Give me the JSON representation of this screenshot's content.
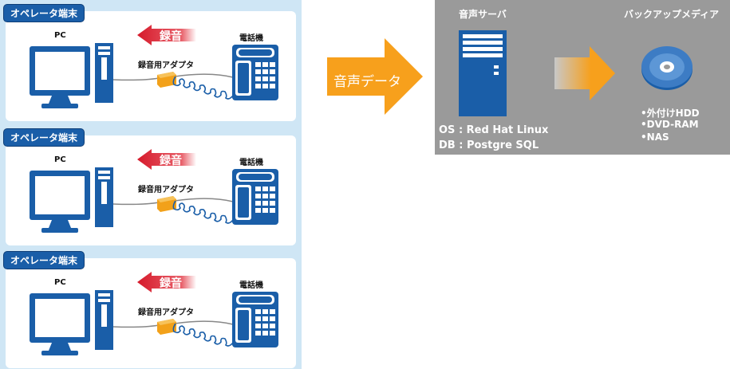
{
  "terminals": [
    {
      "tag": "オペレータ端末",
      "pc": "PC",
      "phone": "電話機",
      "adapter": "録音用アダプタ",
      "record": "録音"
    },
    {
      "tag": "オペレータ端末",
      "pc": "PC",
      "phone": "電話機",
      "adapter": "録音用アダプタ",
      "record": "録音"
    },
    {
      "tag": "オペレータ端末",
      "pc": "PC",
      "phone": "電話機",
      "adapter": "録音用アダプタ",
      "record": "録音"
    }
  ],
  "flow": {
    "audio_data": "音声データ"
  },
  "server": {
    "title": "音声サーバ",
    "os": "OS : Red Hat Linux",
    "db": "DB : Postgre SQL"
  },
  "backup": {
    "title": "バックアップメディア",
    "items": [
      "•外付けHDD",
      "•DVD-RAM",
      "•NAS"
    ]
  },
  "colors": {
    "left_bg": "#cfe6f5",
    "navy": "#1a5ea8",
    "record_red": "#d61a2b",
    "adapter_orange": "#f2a11a",
    "arrow_orange": "#f7a01c",
    "server_bg": "#9a9a9a"
  }
}
